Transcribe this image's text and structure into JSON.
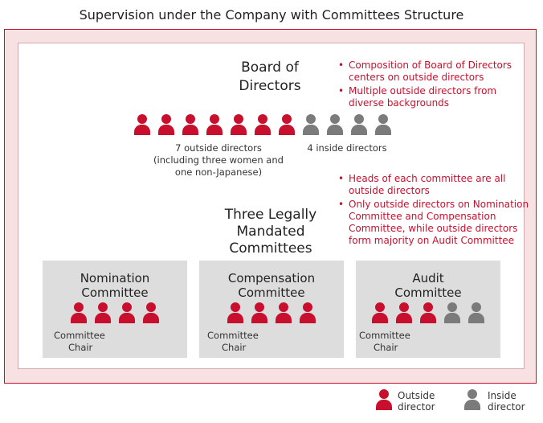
{
  "title": "Supervision under the Company with Committees Structure",
  "board": {
    "title_line1": "Board of",
    "title_line2": "Directors",
    "notes": [
      "Composition of Board of Directors centers on outside directors",
      "Multiple outside directors from diverse backgrounds"
    ],
    "outside_count": 7,
    "inside_count": 4,
    "outside_caption_line1": "7 outside directors",
    "outside_caption_line2": "(including three women and",
    "outside_caption_line3": "one non-Japanese)",
    "inside_caption": "4 inside directors"
  },
  "committees_section": {
    "title_line1": "Three Legally",
    "title_line2": "Mandated",
    "title_line3": "Committees",
    "notes": [
      "Heads of each committee are all outside directors",
      "Only outside directors on Nomination Committee and Compensation Committee, while outside directors form majority on Audit Committee"
    ],
    "bullet": "•",
    "committees": [
      {
        "name_line1": "Nomination",
        "name_line2": "Committee",
        "outside": 4,
        "inside": 0,
        "chair_line1": "Committee",
        "chair_line2": "Chair"
      },
      {
        "name_line1": "Compensation",
        "name_line2": "Committee",
        "outside": 4,
        "inside": 0,
        "chair_line1": "Committee",
        "chair_line2": "Chair"
      },
      {
        "name_line1": "Audit",
        "name_line2": "Committee",
        "outside": 3,
        "inside": 2,
        "chair_line1": "Committee",
        "chair_line2": "Chair"
      }
    ]
  },
  "legend": {
    "outside_line1": "Outside",
    "outside_line2": "director",
    "inside_line1": "Inside",
    "inside_line2": "director"
  },
  "colors": {
    "outside": "#c8102e",
    "inside": "#7b7b7b",
    "frame": "#f8e1e3",
    "committee_bg": "#dddddd"
  }
}
